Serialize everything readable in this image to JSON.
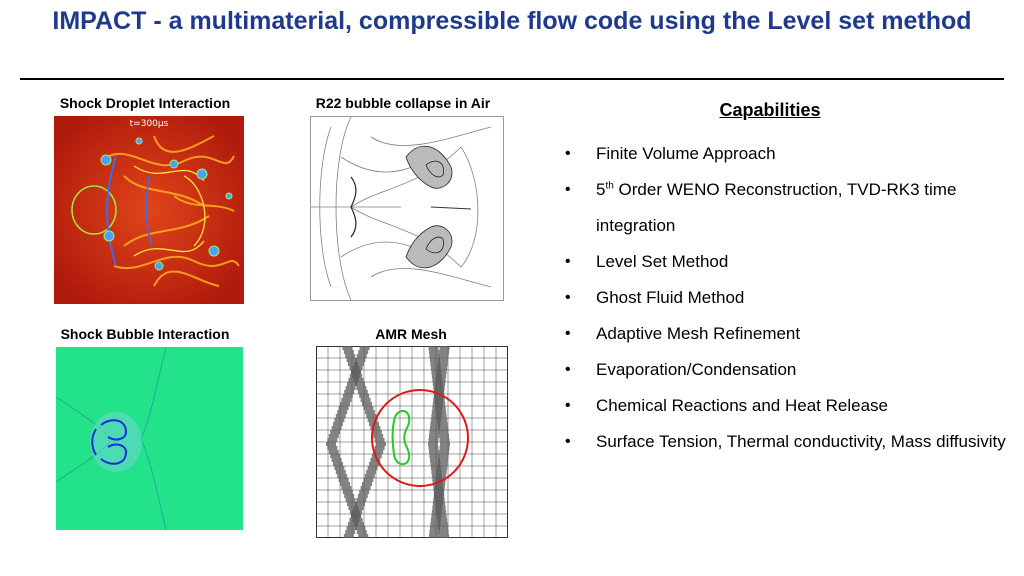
{
  "slide": {
    "title": "IMPACT - a multimaterial, compressible flow code using the Level set method"
  },
  "panels": {
    "droplet": {
      "label": "Shock Droplet Interaction",
      "overlay": "t=300μs"
    },
    "r22": {
      "label": "R22 bubble collapse in Air"
    },
    "bubble": {
      "label": "Shock Bubble Interaction"
    },
    "amr": {
      "label": "AMR Mesh"
    }
  },
  "capabilities": {
    "heading": "Capabilities",
    "items": [
      {
        "text": "Finite Volume Approach"
      },
      {
        "prefix": "5",
        "sup": "th",
        "text": " Order WENO Reconstruction, TVD-RK3 time integration"
      },
      {
        "text": "Level Set Method"
      },
      {
        "text": "Ghost Fluid Method"
      },
      {
        "text": "Adaptive Mesh Refinement"
      },
      {
        "text": "Evaporation/Condensation"
      },
      {
        "text": "Chemical Reactions and Heat Release"
      },
      {
        "text": "Surface Tension, Thermal conductivity, Mass diffusivity"
      }
    ]
  },
  "colors": {
    "title": "#1f3a8a",
    "droplet_bg": "#c62a10",
    "bubble_bg": "#22e38a",
    "amr_circle": "#e01818",
    "amr_interface": "#22cc22"
  }
}
